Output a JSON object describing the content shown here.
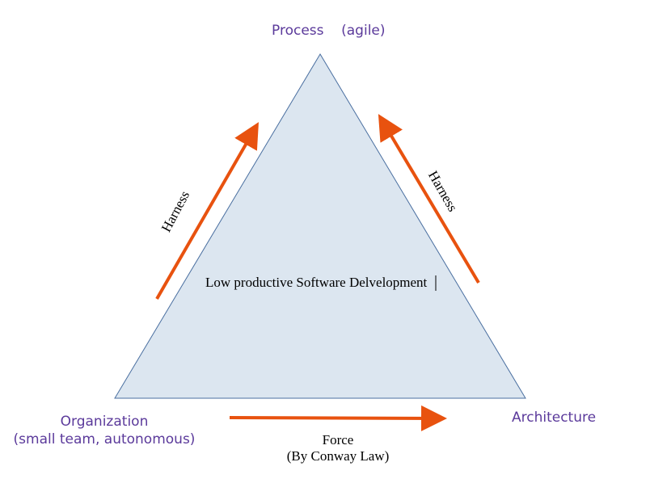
{
  "vertices": {
    "top": {
      "name": "Process",
      "qualifier": "(agile)"
    },
    "bottom_left": {
      "line1": "Organization",
      "line2": "(small team, autonomous)"
    },
    "bottom_right": {
      "name": "Architecture"
    }
  },
  "center_text": "Low productive Software Delvelopment",
  "edges": {
    "left": {
      "label": "Harness"
    },
    "right": {
      "label": "Harness"
    },
    "bottom": {
      "label_line1": "Force",
      "label_line2": "(By  Conway Law)"
    }
  },
  "colors": {
    "triangle_fill": "#dce6f0",
    "triangle_stroke": "#4a6fa0",
    "arrow": "#e8520f",
    "vertex_text": "#5b3a9b"
  }
}
